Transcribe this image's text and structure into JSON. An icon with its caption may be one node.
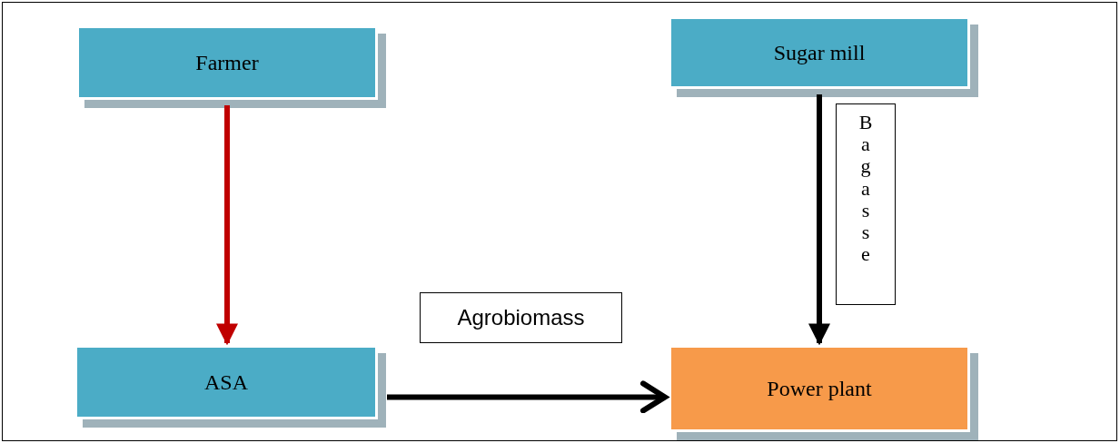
{
  "diagram": {
    "nodes": [
      {
        "text": [
          "Farmer"
        ]
      },
      {
        "text": [
          "Sugar mill"
        ]
      },
      {
        "text": [
          "ASA"
        ]
      },
      {
        "text": [
          "Power plant"
        ]
      }
    ],
    "edges": [
      {
        "from": 0,
        "to": 2,
        "arrow": "to",
        "color": "#c00000"
      },
      {
        "from": 1,
        "to": 3,
        "arrow": "to",
        "label": "Bagasse"
      },
      {
        "from": 2,
        "to": 3,
        "arrow": "to",
        "label": "Agrobiomass"
      }
    ]
  }
}
